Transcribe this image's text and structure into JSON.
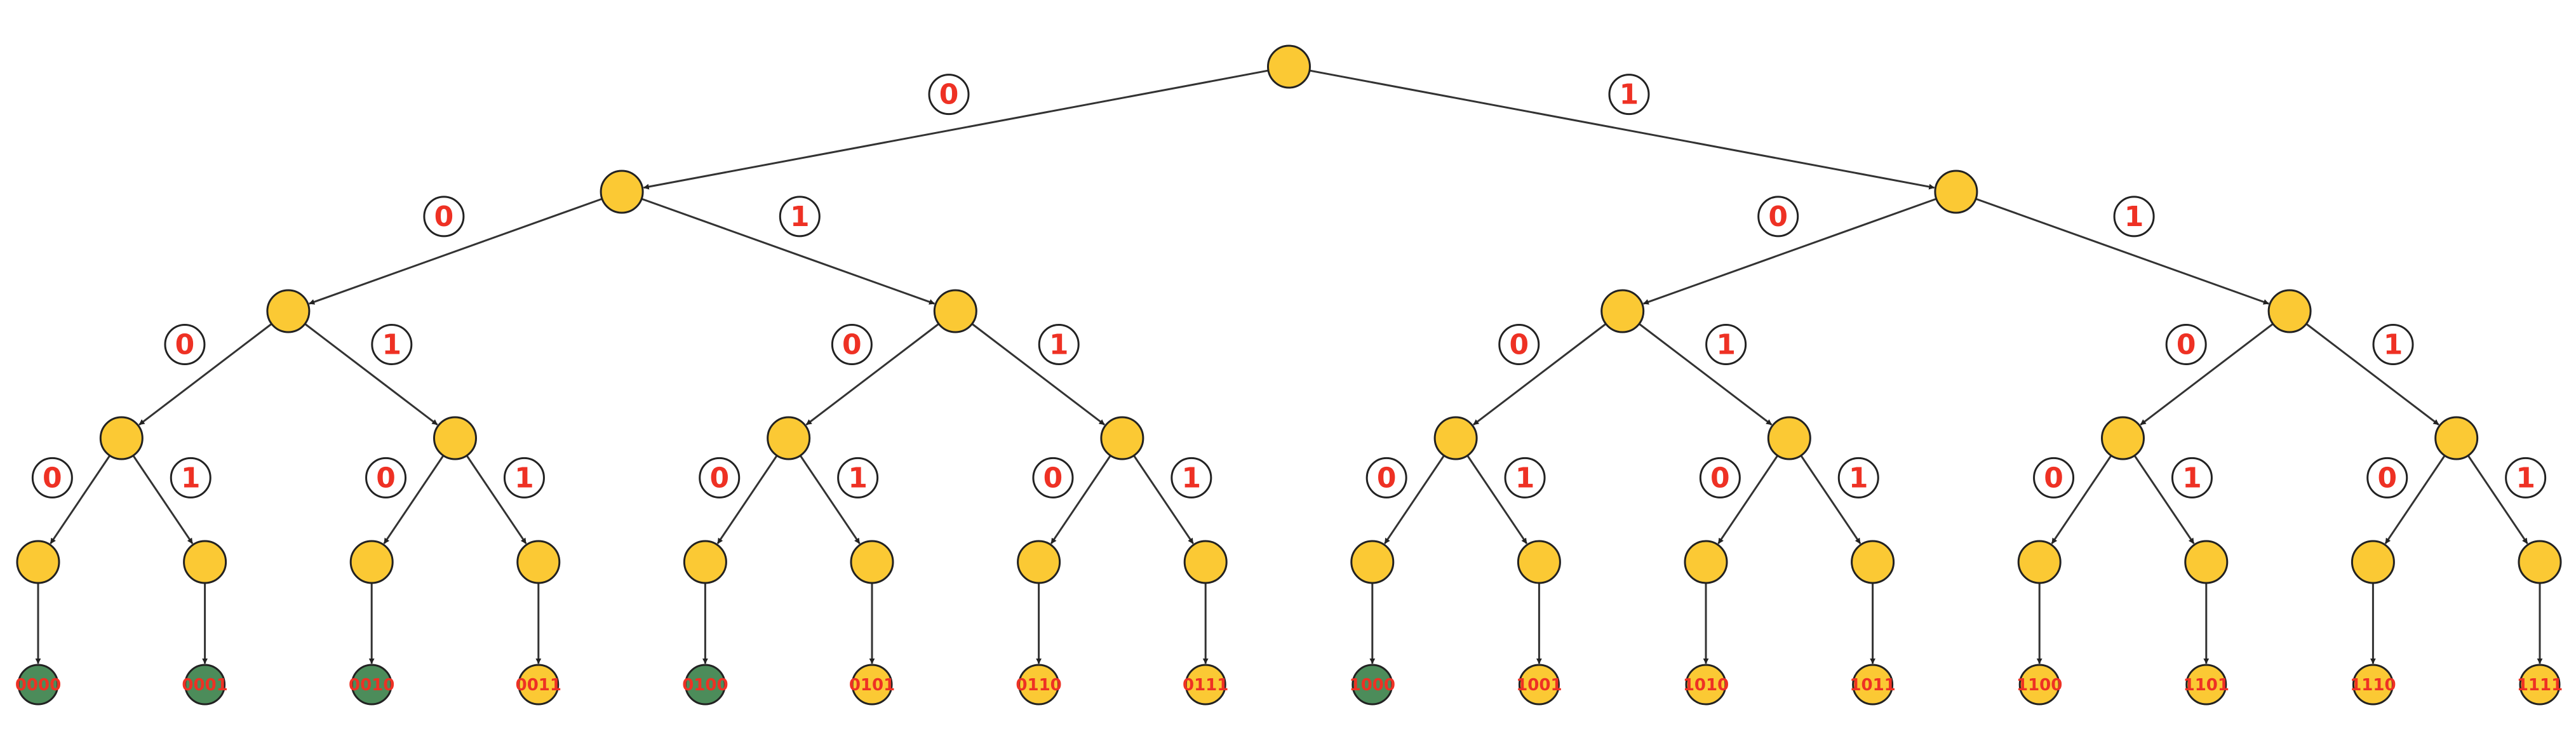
{
  "colors": {
    "node_fill": "#fbc934",
    "leaf_marked_fill": "#4c8c5a",
    "label_red": "#ee3124",
    "edge": "#333333"
  },
  "tree": {
    "depth": 4,
    "branch_labels": [
      "0",
      "1"
    ],
    "leaves": [
      {
        "code": "0000",
        "marked": true
      },
      {
        "code": "0001",
        "marked": true
      },
      {
        "code": "0010",
        "marked": true
      },
      {
        "code": "0011",
        "marked": false
      },
      {
        "code": "0100",
        "marked": true
      },
      {
        "code": "0101",
        "marked": false
      },
      {
        "code": "0110",
        "marked": false
      },
      {
        "code": "0111",
        "marked": false
      },
      {
        "code": "1000",
        "marked": true
      },
      {
        "code": "1001",
        "marked": false
      },
      {
        "code": "1010",
        "marked": false
      },
      {
        "code": "1011",
        "marked": false
      },
      {
        "code": "1100",
        "marked": false
      },
      {
        "code": "1101",
        "marked": false
      },
      {
        "code": "1110",
        "marked": false
      },
      {
        "code": "1111",
        "marked": false
      }
    ]
  }
}
